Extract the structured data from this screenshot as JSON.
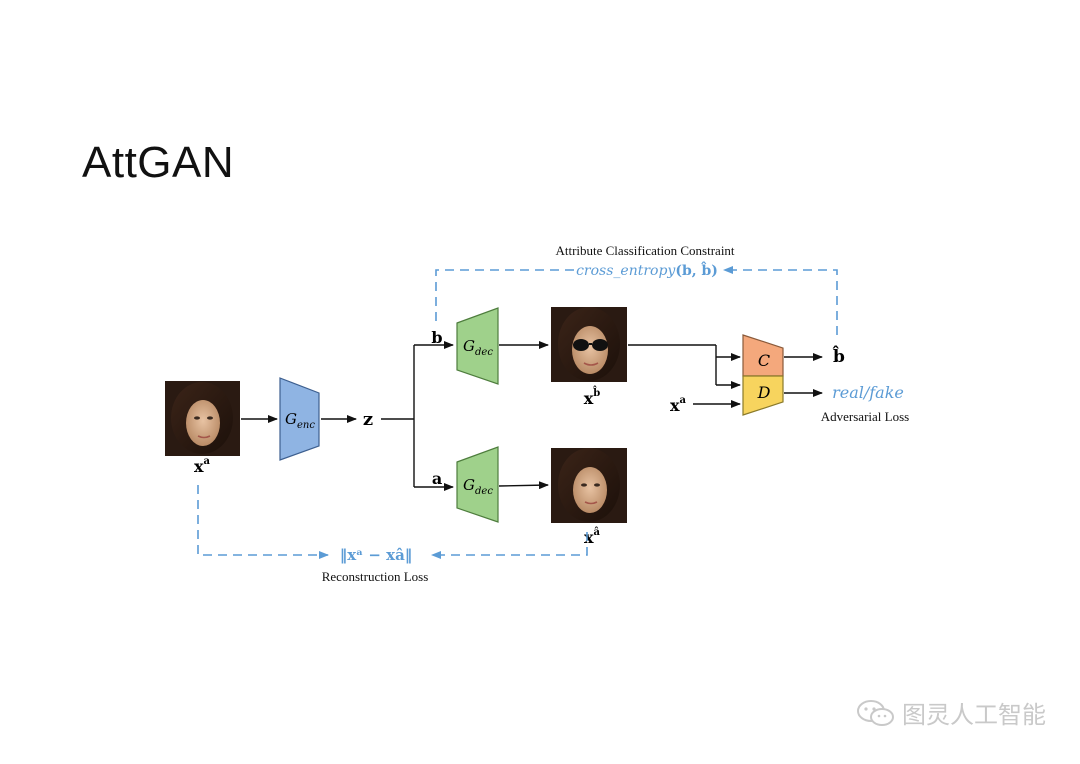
{
  "title": "AttGAN",
  "labels": {
    "attr_constraint": "Attribute Classification Constraint",
    "adversarial_loss": "Adversarial Loss",
    "reconstruction_loss": "Reconstruction Loss"
  },
  "math": {
    "g_enc": "G",
    "g_enc_sub": "enc",
    "g_dec": "G",
    "g_dec_sub": "dec",
    "z": "z",
    "b": "b",
    "a": "a",
    "x": "x",
    "sup_a": "a",
    "sup_b_hat": "b̂",
    "sup_a_hat": "â",
    "C": "C",
    "D": "D",
    "b_hat": "b̂",
    "real_fake": "real/fake",
    "cross_entropy": "cross_entropy",
    "cross_entropy_args": "(b, b̂)",
    "recon_norm": "‖xᵃ − xâ‖"
  },
  "watermark": "图灵人工智能",
  "colors": {
    "encoder": "#8fb4e3",
    "decoder": "#9fd18b",
    "classifier": "#f4a87c",
    "discriminator": "#f7d45e",
    "dashed": "#5b9bd5",
    "math_blue": "#5b9bd5"
  },
  "icons": {
    "face_input": "face-portrait",
    "face_glasses": "face-with-sunglasses",
    "face_recon": "face-portrait",
    "watermark_logo": "wechat-icon"
  }
}
